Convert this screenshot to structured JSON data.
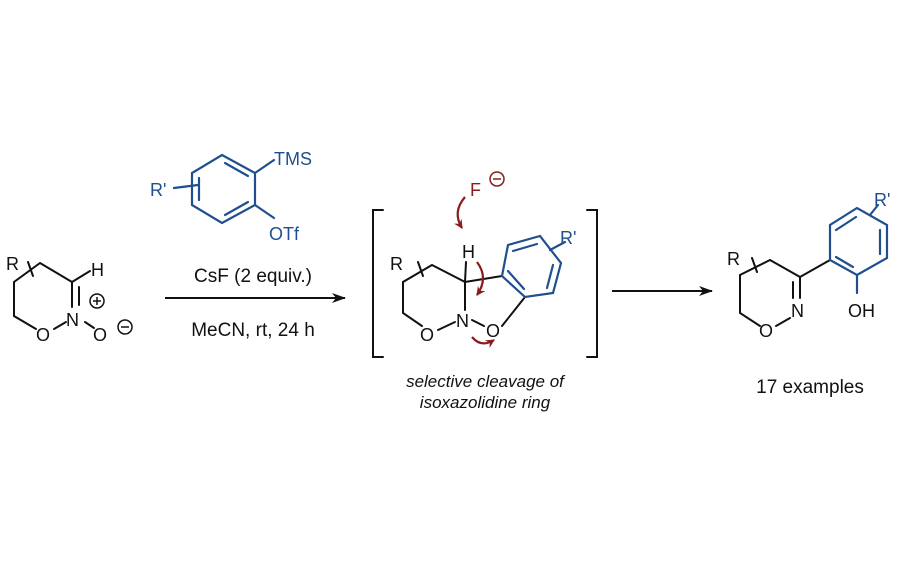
{
  "colors": {
    "aryne": "#1f4f8f",
    "mechanism": "#8b1c1c",
    "ink": "#111111"
  },
  "starting_material": {
    "r": "R",
    "h": "H",
    "n": "N",
    "o_ring": "O",
    "o_minus": "O",
    "plus": "+",
    "minus": "−"
  },
  "aryne_precursor": {
    "r_prime": "R'",
    "tms": "TMS",
    "otf": "OTf"
  },
  "step1": {
    "reagent": "CsF (2 equiv.)",
    "conditions": "MeCN, rt, 24 h"
  },
  "intermediate": {
    "fluoride": "F",
    "minus": "−",
    "r": "R",
    "h": "H",
    "n": "N",
    "o_ring": "O",
    "o_fused": "O",
    "r_prime": "R'",
    "caption_line1": "selective cleavage of",
    "caption_line2": "isoxazolidine ring"
  },
  "product": {
    "r": "R",
    "n": "N",
    "o_ring": "O",
    "oh": "OH",
    "r_prime": "R'",
    "caption": "17 examples"
  }
}
